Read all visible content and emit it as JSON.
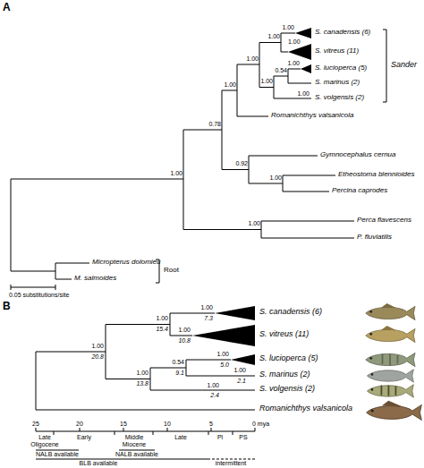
{
  "diagram": {
    "labels": [
      "A",
      "1.00",
      "1.00",
      "1.00",
      "1.00",
      "0.54",
      "1.00",
      "1.00",
      "1.00",
      "1.00",
      "0.78",
      "0.92",
      "1.00",
      "1.00",
      "1.00",
      "S. canadensis (6)",
      "S. vitreus (11)",
      "S. lucioperca (5)",
      "S. marinus (2)",
      "S. volgensis (2)",
      "Sander",
      "Romanichthys valsanicola",
      "Gymnocephalus cernua",
      "Etheostoma blennioides",
      "Percina caprodes",
      "Perca flavescens",
      "P. fluviatilis",
      "Micropterus dolomieu",
      "M. salmoides",
      "Root",
      "0.05 substitutions/site",
      "B",
      "1.00",
      "20.8",
      "1.00",
      "15.4",
      "1.00",
      "7.3",
      "1.00",
      "10.8",
      "1.00",
      "13.8",
      "0.54",
      "9.1",
      "1.00",
      "5.0",
      "1.00",
      "2.1",
      "1.00",
      "2.4",
      "S. canadensis (6)",
      "S. vitreus (11)",
      "S. lucioperca (5)",
      "S. marinus (2)",
      "S. volgensis (2)",
      "Romanichthys valsanicola",
      "25",
      "20",
      "15",
      "10",
      "5",
      "0 mya",
      "Late",
      "Oligocene",
      "Early",
      "Middle",
      "Miocene",
      "Late",
      "Pl",
      "PS",
      "NALB available",
      "NALB available",
      "BLB available",
      "intermittent"
    ]
  }
}
